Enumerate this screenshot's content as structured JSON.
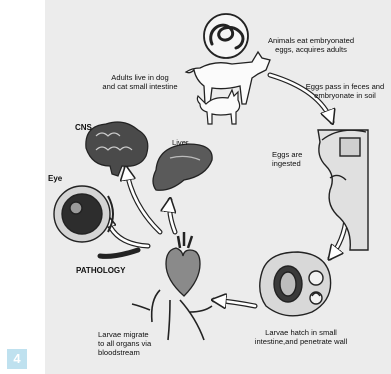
{
  "badge": "4",
  "labels": {
    "animals_eat": "Animals eat embryonated\neggs, acquires adults",
    "adults_live": "Adults live in dog\nand cat small intestine",
    "eggs_pass": "Eggs pass in feces and\nembryonate in soil",
    "eggs_ingested": "Eggs are\ningested",
    "larvae_hatch": "Larvae hatch in small\nintestine,and penetrate wall",
    "larvae_migrate": "Larvae migrate\nto all organs via\nbloodstream",
    "pathology": "PATHOLOGY",
    "cns": "CNS",
    "liver": "Liver",
    "eye": "Eye"
  },
  "colors": {
    "sheet": "#ececec",
    "ink": "#1a1a1a",
    "badge": "#bfe1ef"
  },
  "icons": [
    "worm-icon",
    "dog-icon",
    "cat-icon",
    "brain-icon",
    "liver-icon",
    "eye-icon",
    "heart-icon",
    "child-head-icon",
    "intestine-icon"
  ]
}
